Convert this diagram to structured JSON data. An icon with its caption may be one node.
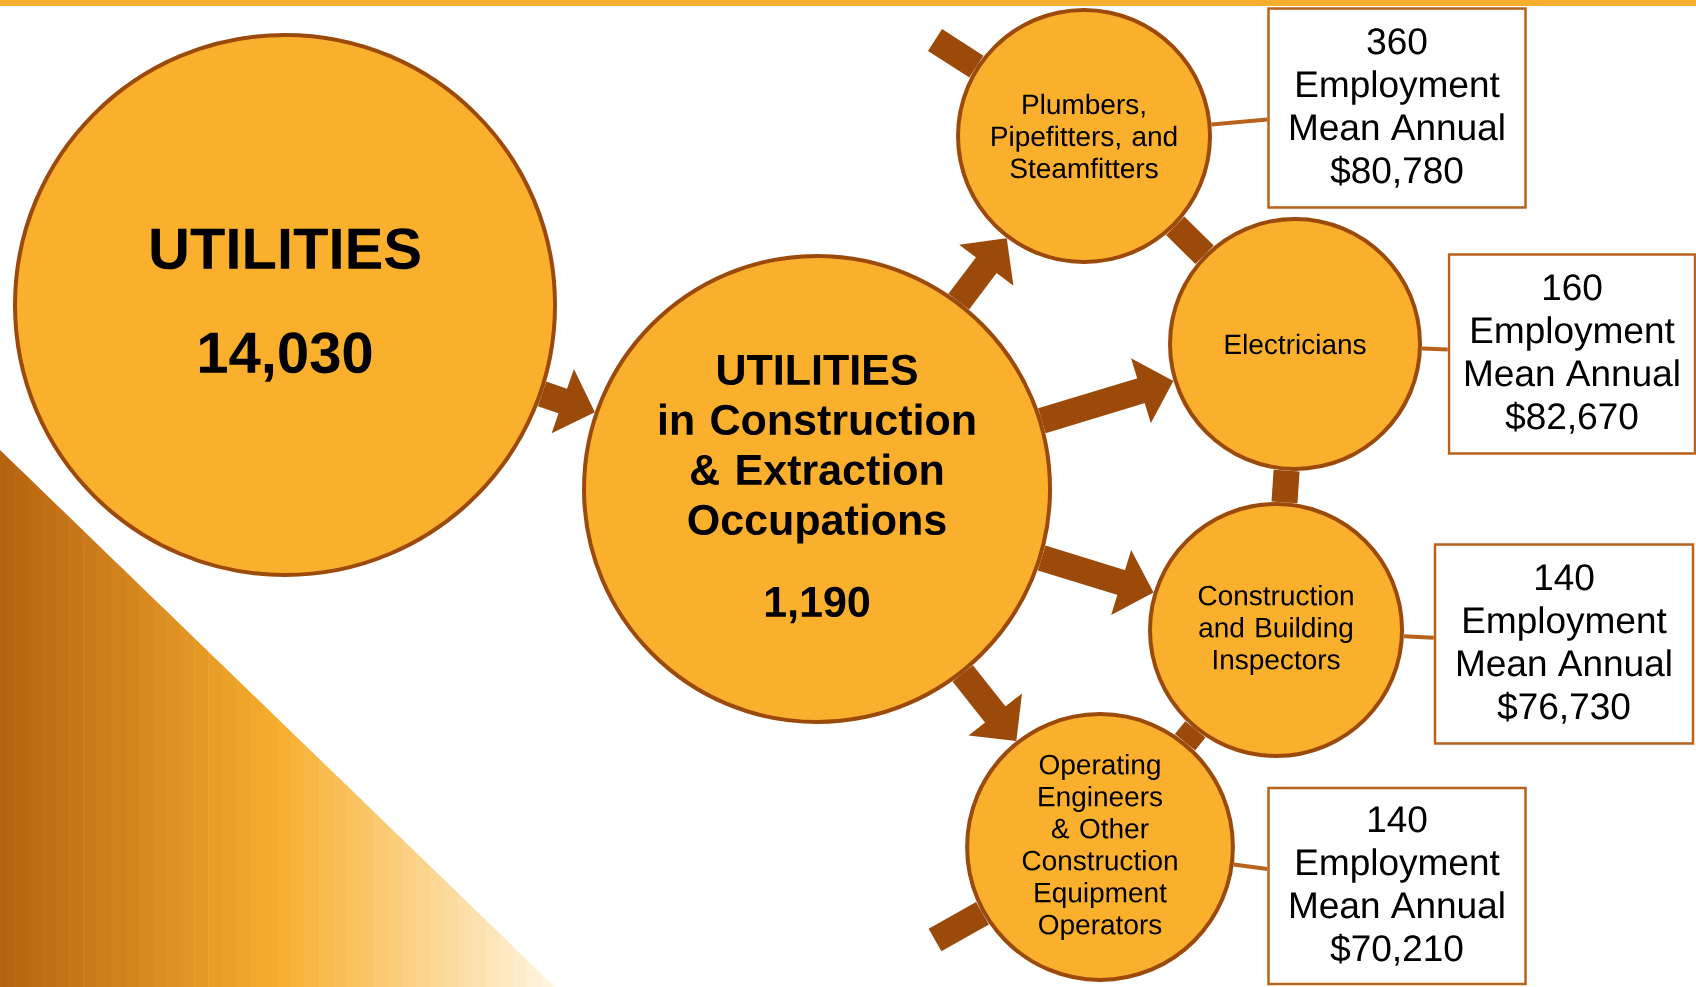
{
  "diagram": {
    "nodes": [
      {
        "text": [
          "UTILITIES",
          "14,030"
        ]
      },
      {
        "text": [
          "UTILITIES",
          "in Construction & Extraction Occupations",
          "1,190"
        ]
      },
      {
        "text": [
          "Plumbers, Pipefitters, and Steamfitters"
        ]
      },
      {
        "text": [
          "Electricians"
        ]
      },
      {
        "text": [
          "Construction and Building Inspectors"
        ]
      },
      {
        "text": [
          "Operating Engineers & Other Construction Equipment Operators"
        ]
      },
      {
        "text": [
          "360",
          "Employment",
          "Mean Annual",
          "$80,780"
        ]
      },
      {
        "text": [
          "160",
          "Employment",
          "Mean Annual",
          "$82,670"
        ]
      },
      {
        "text": [
          "140",
          "Employment",
          "Mean Annual",
          "$76,730"
        ]
      },
      {
        "text": [
          "140",
          "Employment",
          "Mean Annual",
          "$70,210"
        ]
      }
    ],
    "edges": [
      {
        "from": 0,
        "to": 1,
        "arrow": "to"
      },
      {
        "from": 1,
        "to": 2,
        "arrow": "to"
      },
      {
        "from": 1,
        "to": 3,
        "arrow": "to"
      },
      {
        "from": 1,
        "to": 4,
        "arrow": "to"
      },
      {
        "from": 1,
        "to": 5,
        "arrow": "to"
      },
      {
        "from": null,
        "to": 2,
        "arrow": "none"
      },
      {
        "from": 2,
        "to": 3,
        "arrow": "none"
      },
      {
        "from": 3,
        "to": 4,
        "arrow": "none"
      },
      {
        "from": 4,
        "to": 5,
        "arrow": "none"
      },
      {
        "from": 5,
        "to": null,
        "arrow": "none"
      },
      {
        "from": 2,
        "to": 6,
        "arrow": "none",
        "color": "#b8621c"
      },
      {
        "from": 3,
        "to": 7,
        "arrow": "none",
        "color": "#b8621c"
      },
      {
        "from": 4,
        "to": 8,
        "arrow": "none",
        "color": "#b8621c"
      },
      {
        "from": 5,
        "to": 9,
        "arrow": "none",
        "color": "#b8621c"
      }
    ]
  }
}
